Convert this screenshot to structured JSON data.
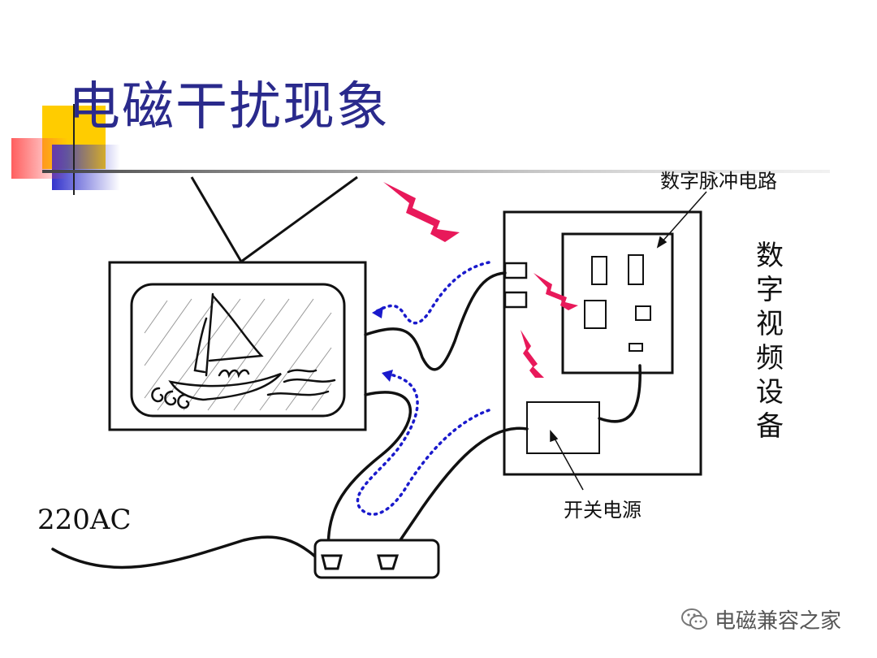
{
  "slide": {
    "title": "电磁干扰现象"
  },
  "labels": {
    "digital_pulse_circuit": "数字脉冲电路",
    "switching_power_supply": "开关电源",
    "ac_input": "220AC",
    "digital_video_device": "数字视频设备"
  },
  "watermark": {
    "text": "电磁兼容之家",
    "icon": "wechat-icon"
  },
  "colors": {
    "title": "#2a2a8c",
    "interference_bolt": "#e8195a",
    "coupling_path": "#1a1acc",
    "accent_yellow": "#ffcc00",
    "accent_red": "#ff4d4d",
    "accent_blue": "#3333cc"
  }
}
